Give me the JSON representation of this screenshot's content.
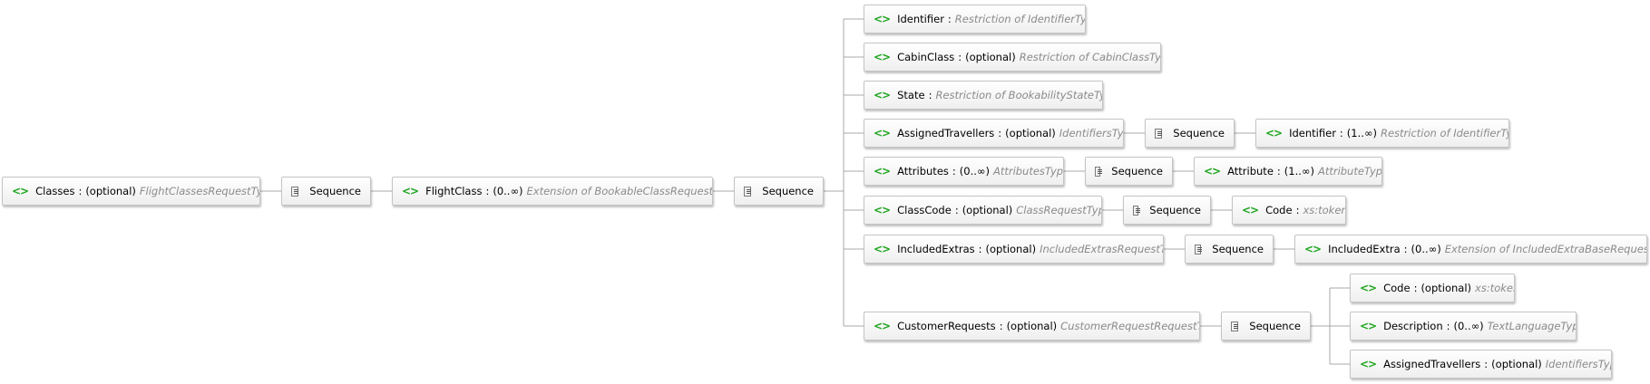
{
  "colors": {
    "element_icon": "#1fa51f",
    "type_text": "#8a8a8a",
    "connector": "#a8a8a8",
    "node_border": "#c4c4c4"
  },
  "nodes": {
    "classes": {
      "icon": "<>",
      "name": "Classes",
      "card": "(optional)",
      "type": "FlightClassesRequestType"
    },
    "seq_root": {
      "label": "Sequence"
    },
    "flightclass": {
      "icon": "<>",
      "name": "FlightClass",
      "card": "(0..∞)",
      "type": "Extension of BookableClassRequestType"
    },
    "seq_flightclass": {
      "label": "Sequence"
    },
    "identifier": {
      "icon": "<>",
      "name": "Identifier",
      "card": "",
      "type": "Restriction of IdentifierType"
    },
    "cabinclass": {
      "icon": "<>",
      "name": "CabinClass",
      "card": "(optional)",
      "type": "Restriction of CabinClassType"
    },
    "state": {
      "icon": "<>",
      "name": "State",
      "card": "",
      "type": "Restriction of BookabilityStateType"
    },
    "assignedtravellers": {
      "icon": "<>",
      "name": "AssignedTravellers",
      "card": "(optional)",
      "type": "IdentifiersType"
    },
    "seq_assignedtravellers": {
      "label": "Sequence"
    },
    "at_identifier": {
      "icon": "<>",
      "name": "Identifier",
      "card": "(1..∞)",
      "type": "Restriction of IdentifierType"
    },
    "attributes": {
      "icon": "<>",
      "name": "Attributes",
      "card": "(0..∞)",
      "type": "AttributesType"
    },
    "seq_attributes": {
      "label": "Sequence"
    },
    "attribute": {
      "icon": "<>",
      "name": "Attribute",
      "card": "(1..∞)",
      "type": "AttributeType"
    },
    "classcode": {
      "icon": "<>",
      "name": "ClassCode",
      "card": "(optional)",
      "type": "ClassRequestType"
    },
    "seq_classcode": {
      "label": "Sequence"
    },
    "cc_code": {
      "icon": "<>",
      "name": "Code",
      "card": "",
      "type": "xs:token"
    },
    "includedextras": {
      "icon": "<>",
      "name": "IncludedExtras",
      "card": "(optional)",
      "type": "IncludedExtrasRequestType"
    },
    "seq_includedextras": {
      "label": "Sequence"
    },
    "includedextra": {
      "icon": "<>",
      "name": "IncludedExtra",
      "card": "(0..∞)",
      "type": "Extension of IncludedExtraBaseRequestType"
    },
    "customerrequests": {
      "icon": "<>",
      "name": "CustomerRequests",
      "card": "(optional)",
      "type": "CustomerRequestRequestType"
    },
    "seq_customerrequests": {
      "label": "Sequence"
    },
    "cr_code": {
      "icon": "<>",
      "name": "Code",
      "card": "(optional)",
      "type": "xs:token"
    },
    "cr_description": {
      "icon": "<>",
      "name": "Description",
      "card": "(0..∞)",
      "type": "TextLanguageType"
    },
    "cr_assignedtravellers": {
      "icon": "<>",
      "name": "AssignedTravellers",
      "card": "(optional)",
      "type": "IdentifiersType"
    }
  }
}
